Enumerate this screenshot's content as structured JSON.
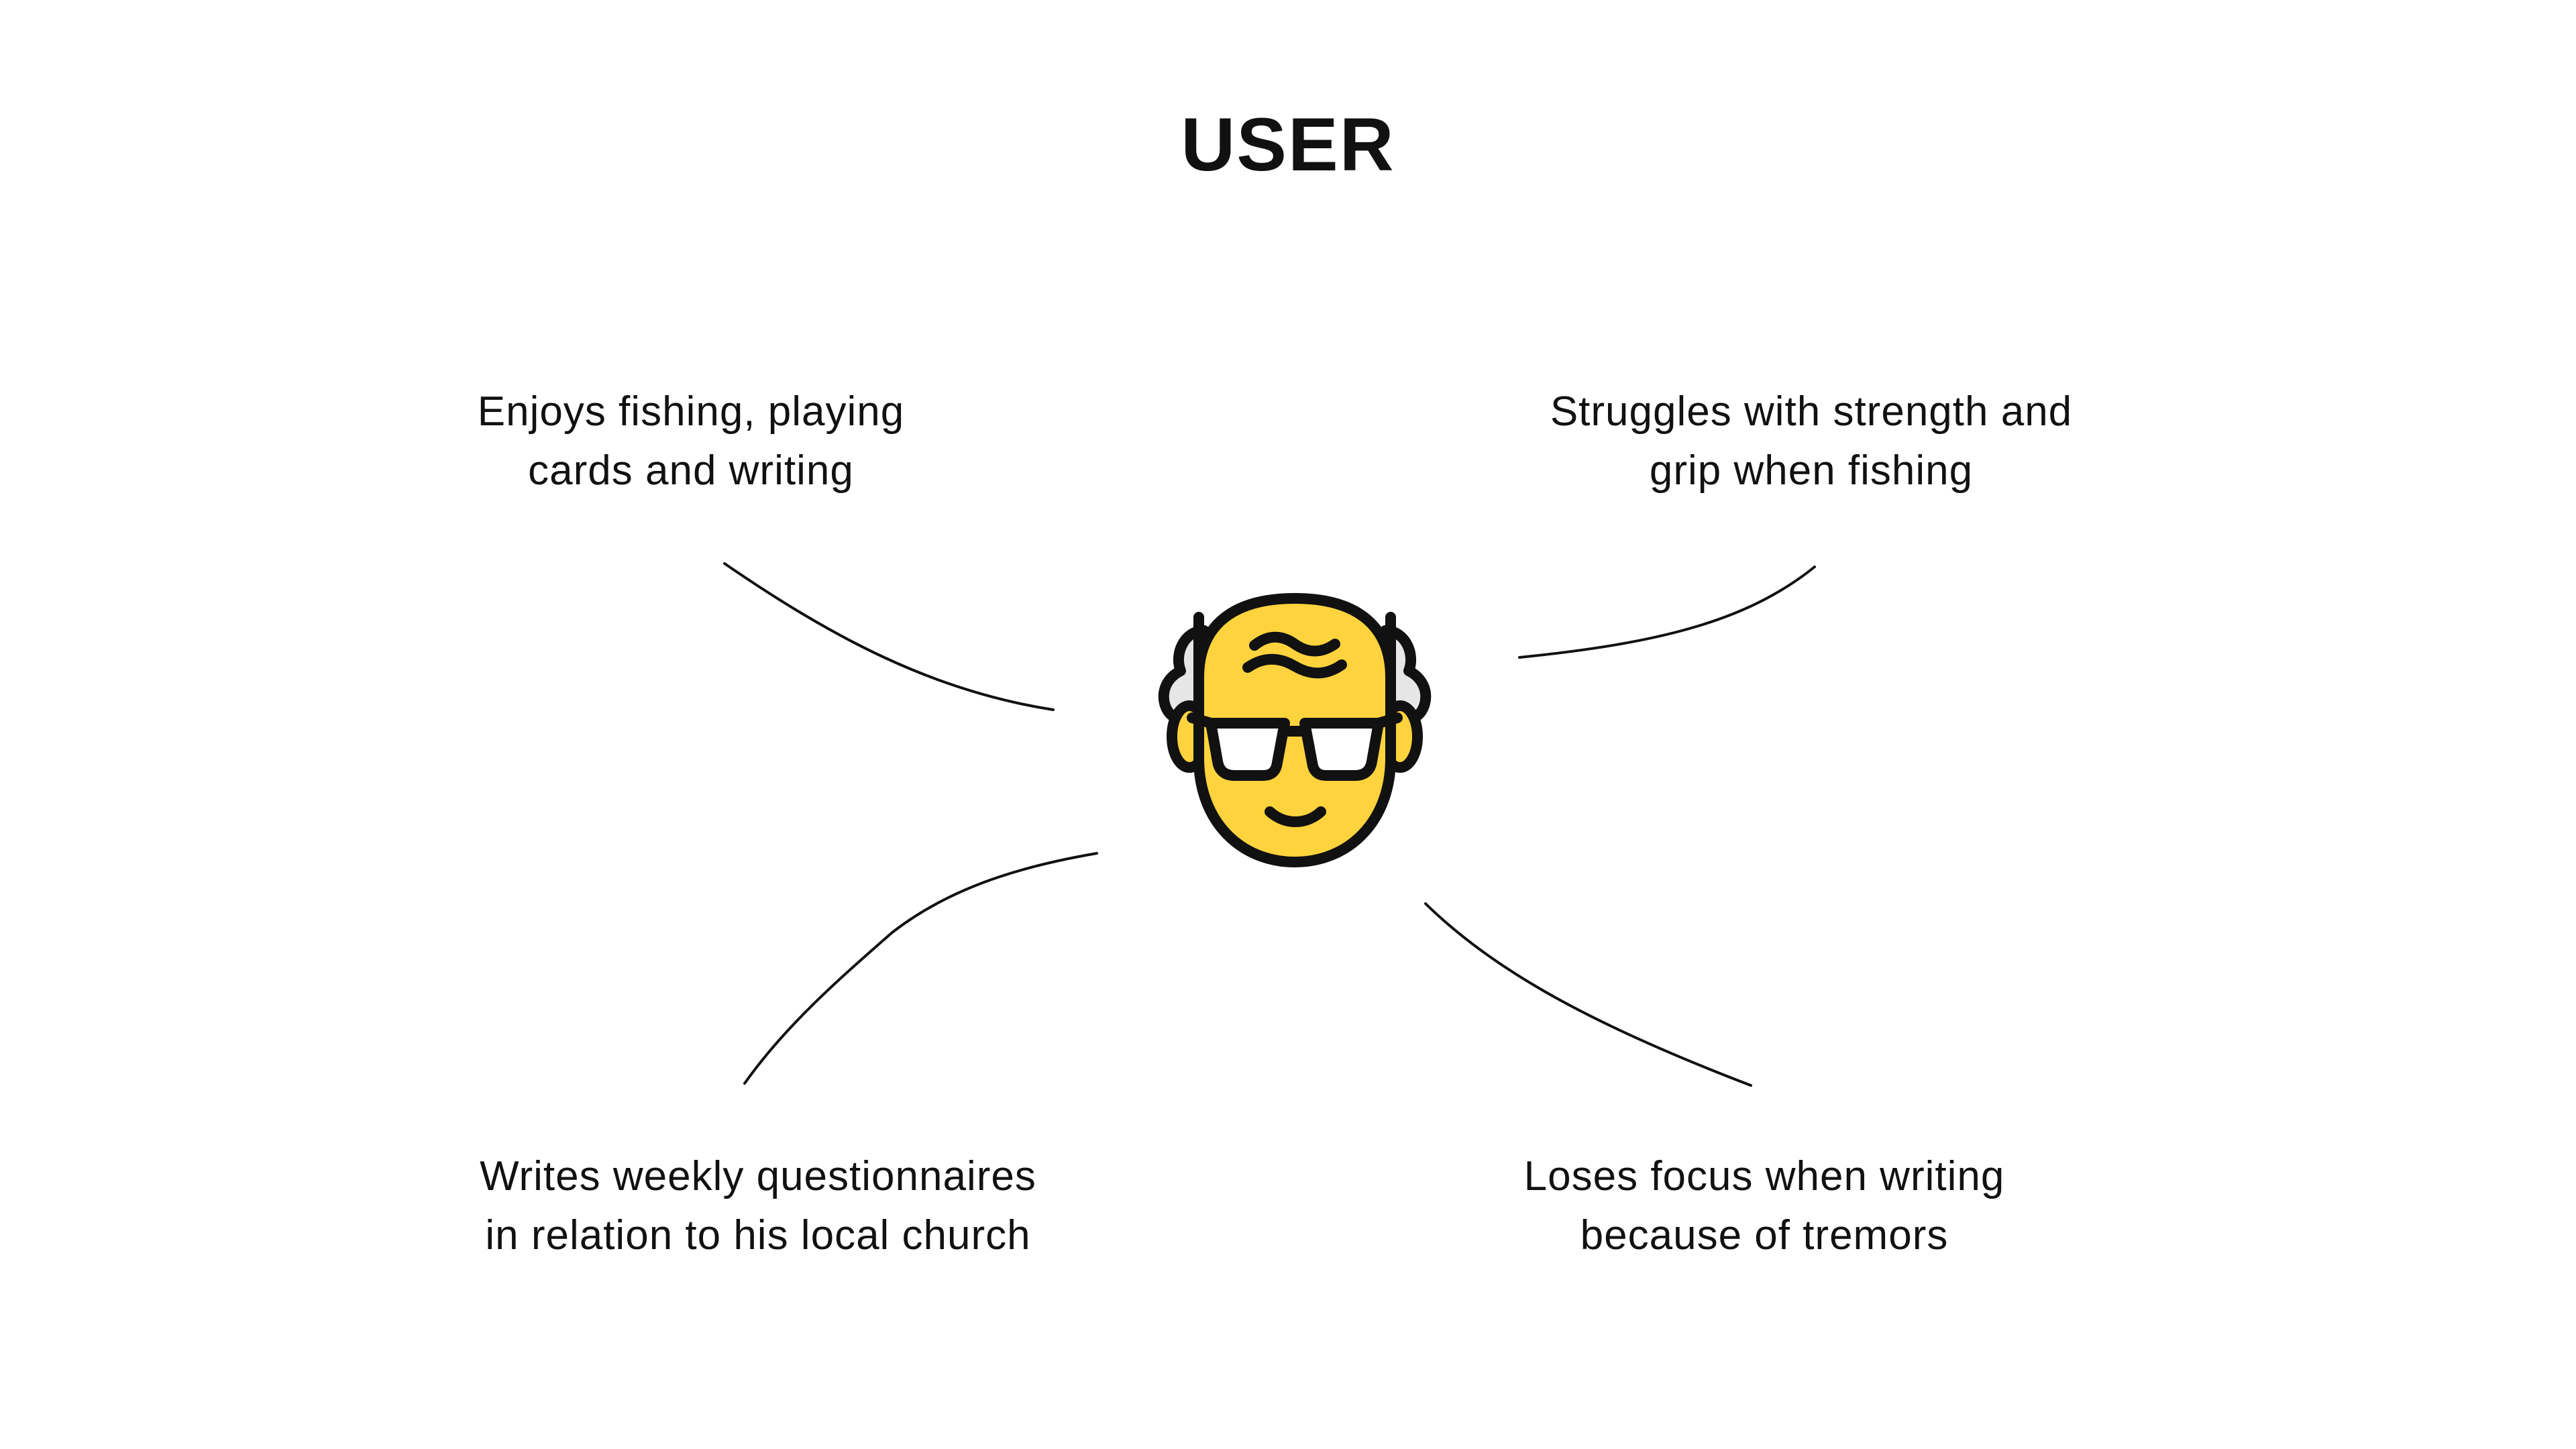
{
  "diagram": {
    "title": "USER",
    "center": {
      "icon": "elderly-man-face-icon",
      "face_color": "#FFD33D",
      "hair_color": "#E6E6E6",
      "outline_color": "#111111"
    },
    "notes": {
      "top_left": [
        "Enjoys fishing, playing",
        "cards and writing"
      ],
      "top_right": [
        "Struggles with strength and",
        "grip when fishing"
      ],
      "bottom_left": [
        "Writes weekly questionnaires",
        "in relation to his local church"
      ],
      "bottom_right": [
        "Loses focus when writing",
        "because of tremors"
      ]
    }
  }
}
